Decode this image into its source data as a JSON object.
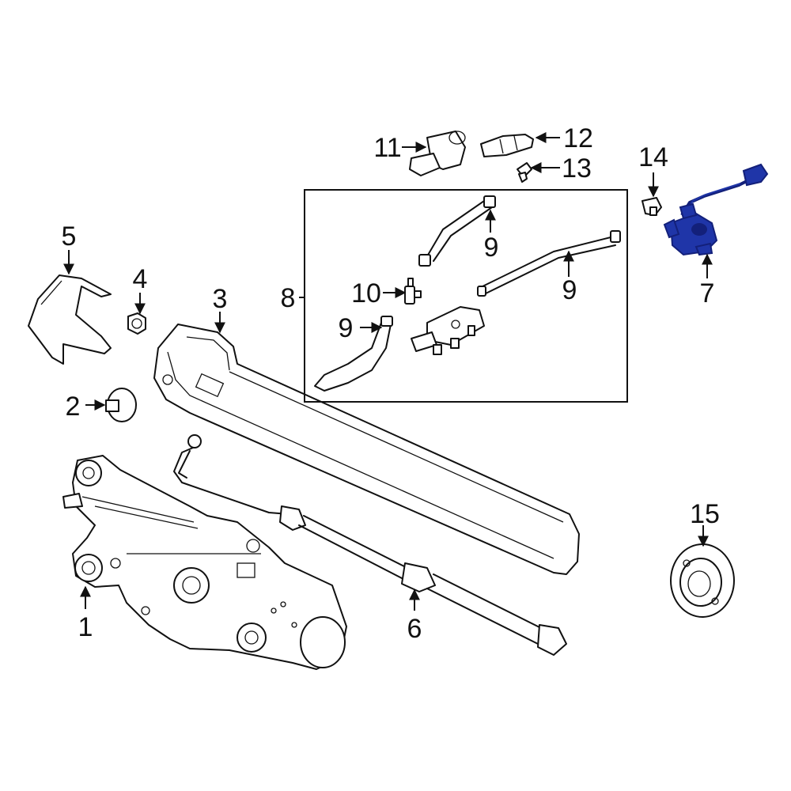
{
  "callouts": [
    {
      "id": "1",
      "text": "1"
    },
    {
      "id": "2",
      "text": "2"
    },
    {
      "id": "3",
      "text": "3"
    },
    {
      "id": "4",
      "text": "4"
    },
    {
      "id": "5",
      "text": "5"
    },
    {
      "id": "6",
      "text": "6"
    },
    {
      "id": "7",
      "text": "7"
    },
    {
      "id": "8",
      "text": "8"
    },
    {
      "id": "9a",
      "text": "9"
    },
    {
      "id": "9b",
      "text": "9"
    },
    {
      "id": "9c",
      "text": "9"
    },
    {
      "id": "10",
      "text": "10"
    },
    {
      "id": "11",
      "text": "11"
    },
    {
      "id": "12",
      "text": "12"
    },
    {
      "id": "13",
      "text": "13"
    },
    {
      "id": "14",
      "text": "14"
    },
    {
      "id": "15",
      "text": "15"
    }
  ],
  "colors": {
    "line": "#111111",
    "highlight_part": "#1f35a8",
    "highlight_dark": "#13207a",
    "background": "#ffffff"
  },
  "highlighted_part": "7"
}
